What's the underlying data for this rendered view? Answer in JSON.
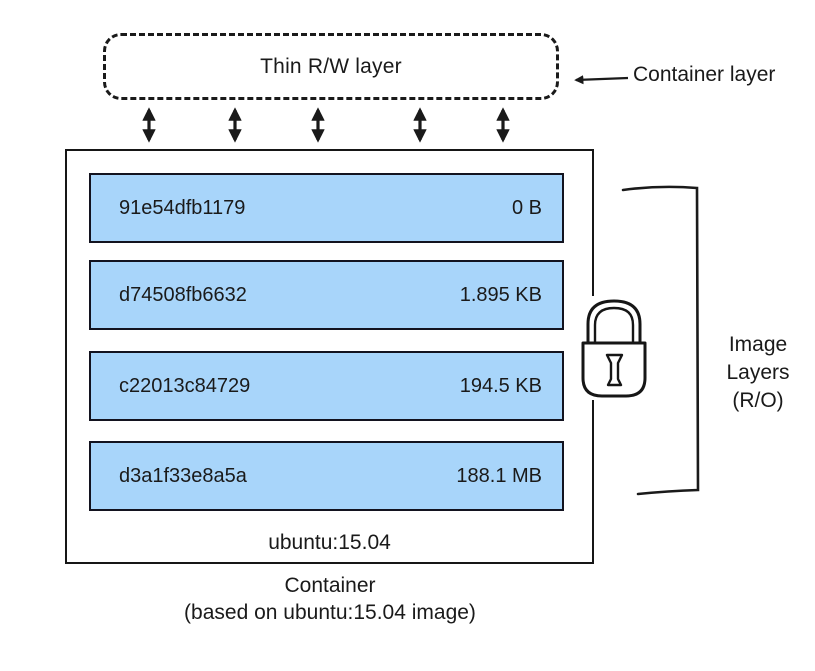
{
  "diagram": {
    "container_layer": {
      "box_label": "Thin R/W layer",
      "annotation": "Container layer"
    },
    "container": {
      "image_tag": "ubuntu:15.04",
      "layers": [
        {
          "id": "91e54dfb1179",
          "size": "0 B"
        },
        {
          "id": "d74508fb6632",
          "size": "1.895 KB"
        },
        {
          "id": "c22013c84729",
          "size": "194.5 KB"
        },
        {
          "id": "d3a1f33e8a5a",
          "size": "188.1 MB"
        }
      ]
    },
    "image_layers_note": "Image\nLayers\n(R/O)",
    "caption": {
      "line1": "Container",
      "line2": "(based on ubuntu:15.04 image)"
    },
    "icons": {
      "lock": "padlock-icon",
      "rw_arrows": "double-headed-arrow-icon",
      "bracket": "right-brace-bracket"
    }
  },
  "colors": {
    "layer_fill": "#a8d5fa",
    "line": "#1a1a1a"
  }
}
